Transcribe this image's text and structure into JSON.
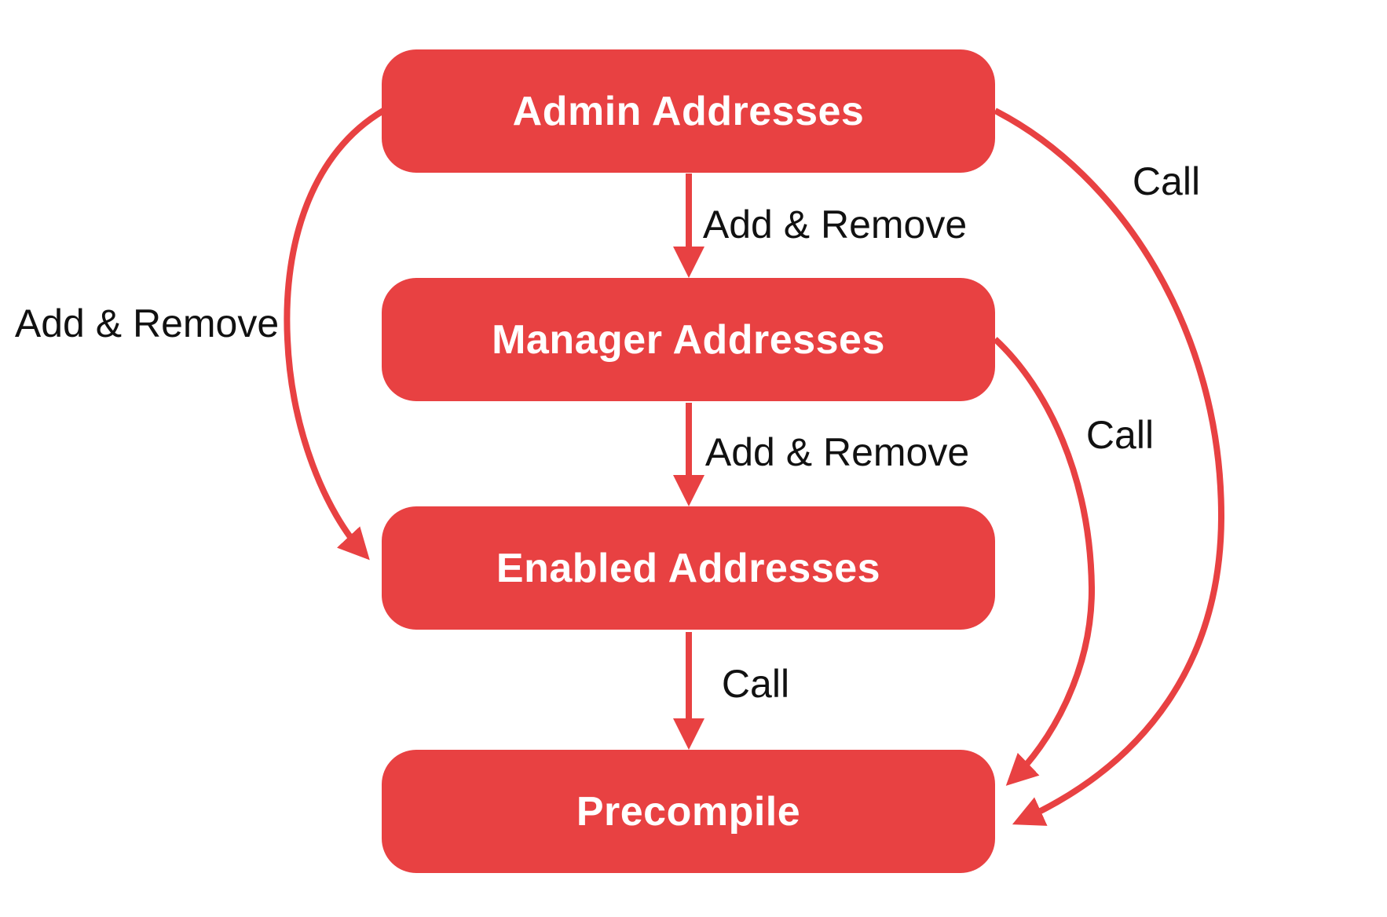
{
  "diagram": {
    "type": "flowchart",
    "background": "#ffffff"
  },
  "colors": {
    "node_fill": "#e84142",
    "node_text": "#ffffff",
    "edge_stroke": "#e84142",
    "label_text": "#111111"
  },
  "nodes": [
    {
      "id": "admin",
      "label": "Admin Addresses"
    },
    {
      "id": "manager",
      "label": "Manager Addresses"
    },
    {
      "id": "enabled",
      "label": "Enabled Addresses"
    },
    {
      "id": "precompile",
      "label": "Precompile"
    }
  ],
  "edges": [
    {
      "from": "admin",
      "to": "manager",
      "label": "Add & Remove",
      "style": "straight-down"
    },
    {
      "from": "manager",
      "to": "enabled",
      "label": "Add & Remove",
      "style": "straight-down"
    },
    {
      "from": "enabled",
      "to": "precompile",
      "label": "Call",
      "style": "straight-down"
    },
    {
      "from": "admin",
      "to": "enabled",
      "label": "Add & Remove",
      "style": "curved-left"
    },
    {
      "from": "admin",
      "to": "precompile",
      "label": "Call",
      "style": "curved-right-outer"
    },
    {
      "from": "manager",
      "to": "precompile",
      "label": "Call",
      "style": "curved-right-inner"
    }
  ]
}
